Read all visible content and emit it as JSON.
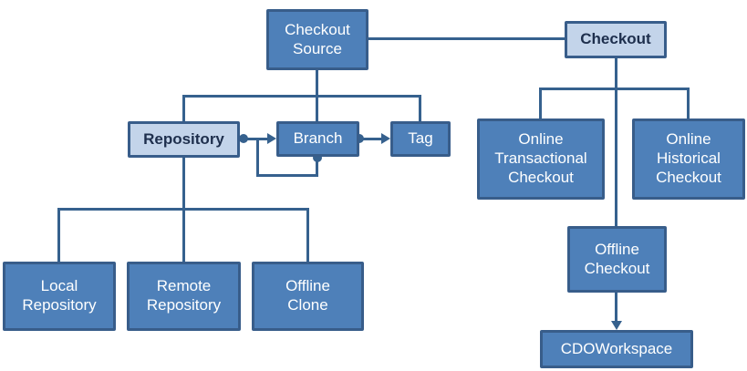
{
  "palette": {
    "background": "#ffffff",
    "node-fill": "#4e80b9",
    "node-fill-light": "#c3d4ea",
    "node-border": "#385d8a",
    "connector": "#36618e",
    "text-on-dark": "#ffffff",
    "text-on-light": "#1e2f4d"
  },
  "nodes": {
    "checkout_source": {
      "label": "Checkout\nSource",
      "style": "dark"
    },
    "checkout": {
      "label": "Checkout",
      "style": "light"
    },
    "repository": {
      "label": "Repository",
      "style": "light"
    },
    "branch": {
      "label": "Branch",
      "style": "dark"
    },
    "tag": {
      "label": "Tag",
      "style": "dark"
    },
    "online_transactional_checkout": {
      "label": "Online\nTransactional\nCheckout",
      "style": "dark"
    },
    "online_historical_checkout": {
      "label": "Online\nHistorical\nCheckout",
      "style": "dark"
    },
    "offline_checkout": {
      "label": "Offline\nCheckout",
      "style": "dark"
    },
    "cdo_workspace": {
      "label": "CDOWorkspace",
      "style": "dark"
    },
    "local_repository": {
      "label": "Local\nRepository",
      "style": "dark"
    },
    "remote_repository": {
      "label": "Remote\nRepository",
      "style": "dark"
    },
    "offline_clone": {
      "label": "Offline\nClone",
      "style": "dark"
    }
  },
  "edges": [
    {
      "from": "Checkout Source",
      "to": "Checkout",
      "type": "plain-line"
    },
    {
      "from": "Checkout Source",
      "to": "Repository",
      "type": "tree-branch"
    },
    {
      "from": "Checkout Source",
      "to": "Branch",
      "type": "tree-branch"
    },
    {
      "from": "Checkout Source",
      "to": "Tag",
      "type": "tree-branch"
    },
    {
      "from": "Repository",
      "to": "Branch",
      "type": "dot-to-arrow"
    },
    {
      "from": "Branch",
      "to": "Branch",
      "type": "dot-to-arrow-self-loop"
    },
    {
      "from": "Branch",
      "to": "Tag",
      "type": "dot-to-arrow"
    },
    {
      "from": "Repository",
      "to": "Local Repository",
      "type": "tree-branch"
    },
    {
      "from": "Repository",
      "to": "Remote Repository",
      "type": "tree-branch"
    },
    {
      "from": "Repository",
      "to": "Offline Clone",
      "type": "tree-branch"
    },
    {
      "from": "Checkout",
      "to": "Online Transactional Checkout",
      "type": "tree-branch"
    },
    {
      "from": "Checkout",
      "to": "Online Historical Checkout",
      "type": "tree-branch"
    },
    {
      "from": "Checkout",
      "to": "Offline Checkout",
      "type": "tree-branch"
    },
    {
      "from": "Offline Checkout",
      "to": "CDOWorkspace",
      "type": "arrow"
    }
  ]
}
